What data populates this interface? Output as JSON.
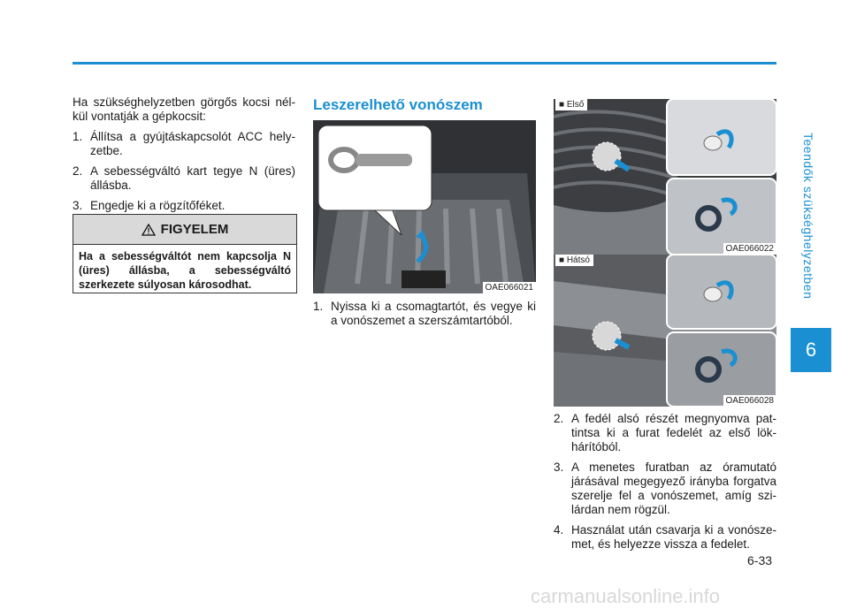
{
  "side_label": "Teendők szükséghelyzetben",
  "chapter": "6",
  "page_number": "6-33",
  "footer": "carmanualsonline.info",
  "col1": {
    "intro": "Ha szükséghelyzetben görgős kocsi nél-kül vontatják a gépkocsit:",
    "steps": [
      {
        "n": "1.",
        "text": "Állítsa a gyújtáskapcsolót ACC hely-zetbe."
      },
      {
        "n": "2.",
        "text": "A sebességváltó kart tegye N (üres) állásba."
      },
      {
        "n": "3.",
        "text": "Engedje ki a rögzítőféket."
      }
    ]
  },
  "warning": {
    "title": "FIGYELEM",
    "text": "Ha a sebességváltót nem kapcsolja N (üres) állásba, a sebességváltó szerkezete súlyosan károsodhat."
  },
  "col2": {
    "title": "Leszerelhető vonószem",
    "image_code": "OAE066021",
    "step": {
      "n": "1.",
      "text": "Nyissa ki a csomagtartót, és vegye ki a vonószemet a szerszámtartóból."
    }
  },
  "col3": {
    "front_tag": "■ Első",
    "front_code": "OAE066022",
    "rear_tag": "■ Hátsó",
    "rear_code": "OAE066028",
    "steps": [
      {
        "n": "2.",
        "text": "A fedél alsó részét megnyomva pat-tintsa ki a furat fedelét az első lök-hárítóból."
      },
      {
        "n": "3.",
        "text": "A menetes furatban az óramutató járásával megegyező irányba forgatva szerelje fel a vonószemet, amíg szi-lárdan nem rögzül."
      },
      {
        "n": "4.",
        "text": "Használat után csavarja ki a vonósze-met, és helyezze vissza a fedelet."
      }
    ]
  },
  "colors": {
    "accent": "#1a8fd1"
  }
}
